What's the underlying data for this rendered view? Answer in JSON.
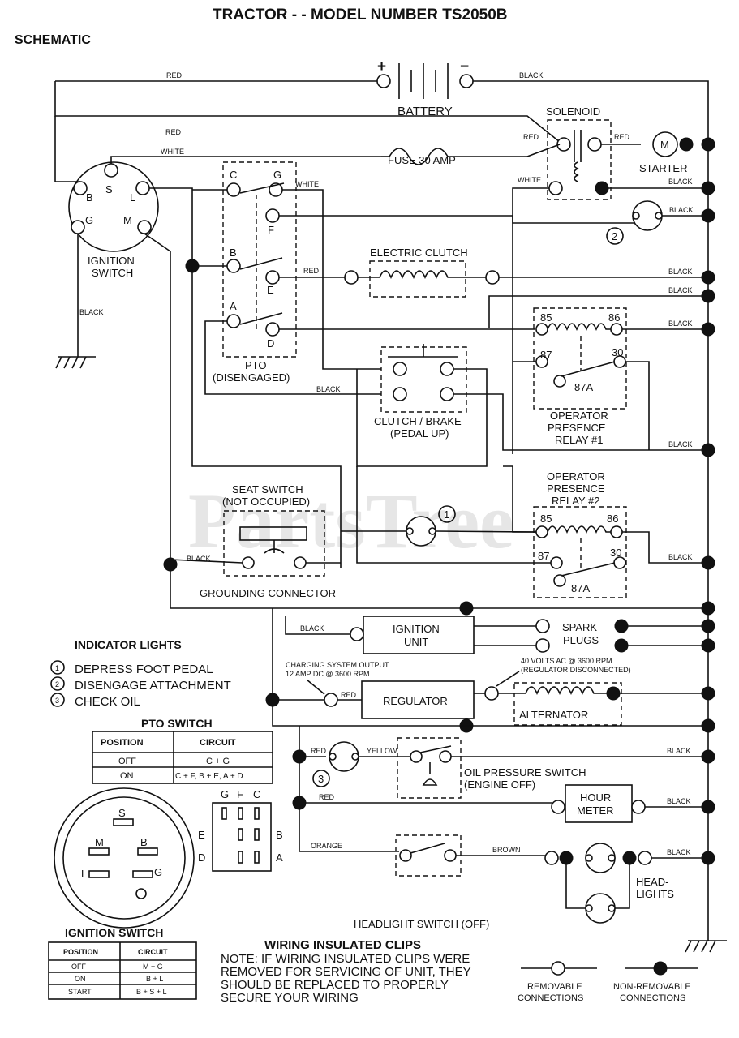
{
  "header": {
    "title": "TRACTOR - -  MODEL NUMBER TS2050B",
    "subtitle": "SCHEMATIC"
  },
  "watermark": "PartsTree",
  "components": {
    "battery": "BATTERY",
    "plus": "+",
    "minus": "−",
    "solenoid": "SOLENOID",
    "fuse": "FUSE 30 AMP",
    "starter": "STARTER",
    "starter_m": "M",
    "ignition_switch_1": "IGNITION",
    "ignition_switch_2": "SWITCH",
    "pto_1": "PTO",
    "pto_2": "(DISENGAGED)",
    "electric_clutch": "ELECTRIC CLUTCH",
    "clutch_brake_1": "CLUTCH / BRAKE",
    "clutch_brake_2": "(PEDAL UP)",
    "relay1_1": "OPERATOR",
    "relay1_2": "PRESENCE",
    "relay1_3": "RELAY #1",
    "relay2_1": "OPERATOR",
    "relay2_2": "PRESENCE",
    "relay2_3": "RELAY #2",
    "seat_switch_1": "SEAT SWITCH",
    "seat_switch_2": "(NOT OCCUPIED)",
    "grounding_connector": "GROUNDING CONNECTOR",
    "ignition_unit_1": "IGNITION",
    "ignition_unit_2": "UNIT",
    "spark_plugs_1": "SPARK",
    "spark_plugs_2": "PLUGS",
    "charging_1": "CHARGING SYSTEM OUTPUT",
    "charging_2": "12 AMP DC @ 3600 RPM",
    "regulator": "REGULATOR",
    "ac_1": "40 VOLTS AC @ 3600 RPM",
    "ac_2": "(REGULATOR DISCONNECTED)",
    "alternator": "ALTERNATOR",
    "oil_1": "OIL PRESSURE SWITCH",
    "oil_2": "(ENGINE OFF)",
    "hour_1": "HOUR",
    "hour_2": "METER",
    "headlights_1": "HEAD-",
    "headlights_2": "LIGHTS",
    "headlight_switch": "HEADLIGHT SWITCH (OFF)"
  },
  "terminals": {
    "ign": [
      "S",
      "B",
      "L",
      "G",
      "M"
    ],
    "pto": [
      "C",
      "G",
      "F",
      "B",
      "E",
      "A",
      "D"
    ],
    "relay": [
      "85",
      "86",
      "87",
      "30",
      "87A"
    ],
    "lamp1": "1",
    "lamp2": "2",
    "lamp3": "3"
  },
  "wires": {
    "red": "RED",
    "black": "BLACK",
    "white": "WHITE",
    "yellow": "YELLOW",
    "orange": "ORANGE",
    "brown": "BROWN"
  },
  "indicator_lights": {
    "title": "INDICATOR LIGHTS",
    "items": [
      {
        "num": "1",
        "label": "DEPRESS FOOT PEDAL"
      },
      {
        "num": "2",
        "label": "DISENGAGE ATTACHMENT"
      },
      {
        "num": "3",
        "label": "CHECK OIL"
      }
    ]
  },
  "pto_table": {
    "title": "PTO SWITCH",
    "headers": [
      "POSITION",
      "CIRCUIT"
    ],
    "rows": [
      [
        "OFF",
        "C + G"
      ],
      [
        "ON",
        "C + F, B + E, A + D"
      ]
    ]
  },
  "ign_table": {
    "title": "IGNITION SWITCH",
    "headers": [
      "POSITION",
      "CIRCUIT"
    ],
    "rows": [
      [
        "OFF",
        "M + G"
      ],
      [
        "ON",
        "B + L"
      ],
      [
        "START",
        "B + S + L"
      ]
    ]
  },
  "notes": {
    "title": "WIRING INSULATED CLIPS",
    "line1": "NOTE: IF WIRING INSULATED CLIPS WERE",
    "line2": "REMOVED FOR SERVICING OF UNIT, THEY",
    "line3": "SHOULD BE REPLACED TO PROPERLY",
    "line4": "SECURE YOUR WIRING"
  },
  "legend": {
    "removable_1": "REMOVABLE",
    "removable_2": "CONNECTIONS",
    "nonremovable_1": "NON-REMOVABLE",
    "nonremovable_2": "CONNECTIONS"
  }
}
